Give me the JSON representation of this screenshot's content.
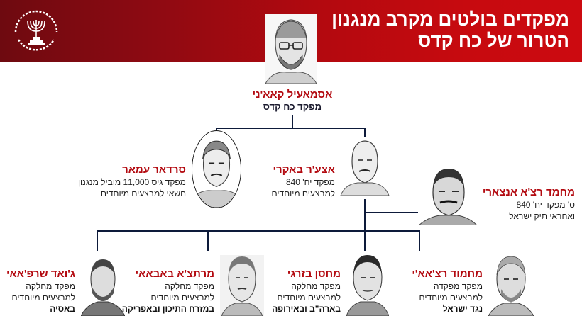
{
  "header": {
    "title_line1": "מפקדים בולטים מקרב מנגנון",
    "title_line2": "הטרור של כח קדס",
    "logo": "mossad-emblem-icon",
    "colors": {
      "gradient_left": "#6e0a10",
      "gradient_right": "#cc0a10"
    }
  },
  "chart": {
    "top": {
      "name": "אסמאעיל קאא'ני",
      "role": "מפקד כח קדס",
      "photo": "portrait-icon"
    },
    "level2": [
      {
        "name": "סרדאר עמאר",
        "role_line1": "מפקד גיס 11,000 מוביל מנגנון",
        "role_line2": "חשאי למבצעים מיוחדים",
        "photo": "portrait-oval-icon"
      },
      {
        "name": "אצע'ר באקרי",
        "role_line1": "מפקד יח' 840",
        "role_line2": "למבצעים מיוחדים",
        "photo": "portrait-icon"
      }
    ],
    "deputy": {
      "name": "מחמד רצ'א אנצארי",
      "role_line1": "ס' מפקד יח' 840",
      "role_line2": "ואחראי תיק ישראל",
      "photo": "portrait-icon"
    },
    "level3": [
      {
        "name": "מחמוד רצ'אא'י",
        "role_line1": "מפקד מפקדה",
        "role_line2": "למבצעים מיוחדים",
        "region": "נגד ישראל",
        "photo": "portrait-icon"
      },
      {
        "name": "מחסן בזרגי",
        "role_line1": "מפקד מחלקה",
        "role_line2": "למבצעים מיוחדים",
        "region": "בארה\"ב ובאירופה",
        "photo": "portrait-icon"
      },
      {
        "name": "מרתצ'א באבאאי",
        "role_line1": "מפקד מחלקה",
        "role_line2": "למבצעים מיוחדים",
        "region": "במזרח התיכון ובאפריקה",
        "photo": "portrait-icon"
      },
      {
        "name": "ג'ואד שרפ'אאי",
        "role_line1": "מפקד מחלקה",
        "role_line2": "למבצעים מיוחדים",
        "region": "באסיה",
        "photo": "portrait-icon"
      }
    ],
    "colors": {
      "name": "#b30a10",
      "connector": "#0d1a3a"
    }
  }
}
